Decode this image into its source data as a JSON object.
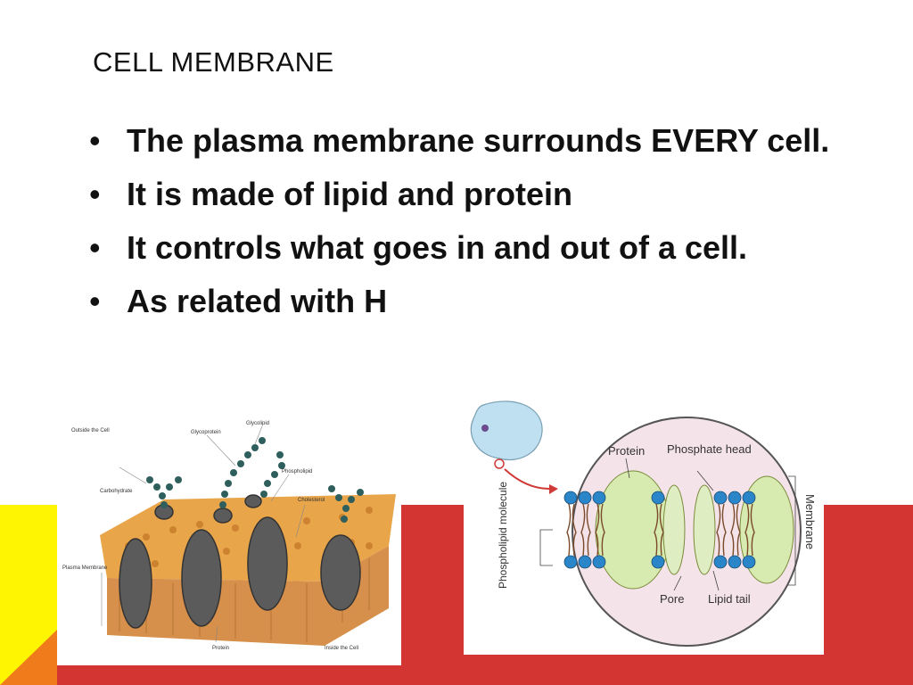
{
  "slide": {
    "title": "CELL MEMBRANE",
    "bullets": [
      "The plasma membrane surrounds EVERY cell.",
      "It is made of lipid and protein",
      "It controls what goes in and out of a cell.",
      "As related with H"
    ]
  },
  "figure_left": {
    "labels": {
      "outside": "Outside the Cell",
      "glycoprotein": "Glycoprotein",
      "glycolipid": "Glycolipid",
      "carbohydrate": "Carbohydrate",
      "phospholipid": "Phospholipid",
      "cholesterol": "Cholesterol",
      "plasma_membrane": "Plasma Membrane",
      "protein": "Protein",
      "inside": "Inside the Cell"
    }
  },
  "figure_right": {
    "labels": {
      "protein": "Protein",
      "phosphate_head": "Phosphate head",
      "membrane": "Membrane",
      "phospholipid_molecule": "Phospholipid molecule",
      "pore": "Pore",
      "lipid_tail": "Lipid tail"
    }
  },
  "colors": {
    "band_red": "#d33533",
    "band_yellow": "#fdf502",
    "band_orange": "#f07b1a",
    "membrane_tan": "#d9a05a",
    "protein_green": "#d7ebb0",
    "head_blue": "#2a86c8"
  }
}
